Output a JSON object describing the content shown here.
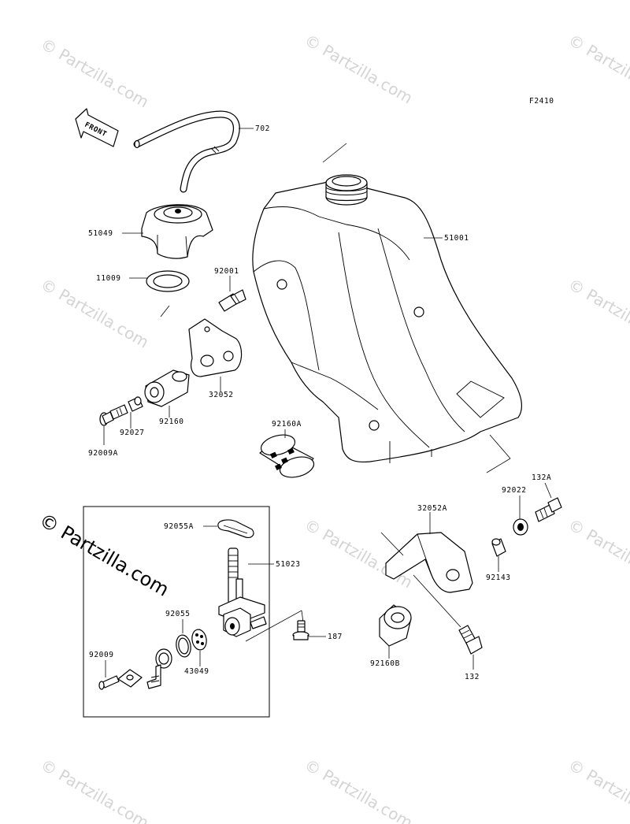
{
  "diagram_code": "F2410",
  "watermark_text": "© Partzilla.com",
  "front_label": "FRONT",
  "parts": {
    "fuel_hose": "702",
    "tank_cap": "51049",
    "cap_gasket": "11009",
    "fuel_tank": "51001",
    "bolt_92001": "92001",
    "bracket_32052": "32052",
    "damper_92160": "92160",
    "collar_92027": "92027",
    "bolt_92009A": "92009A",
    "damper_92160A": "92160A",
    "gasket_92055A": "92055A",
    "fuel_cock": "51023",
    "oring_92055": "92055",
    "filter_43049": "43049",
    "screw_92009": "92009",
    "bolt_187": "187",
    "bracket_32052A": "32052A",
    "washer_92022": "92022",
    "bolt_132A": "132A",
    "collar_92143": "92143",
    "damper_92160B": "92160B",
    "bolt_132": "132"
  }
}
